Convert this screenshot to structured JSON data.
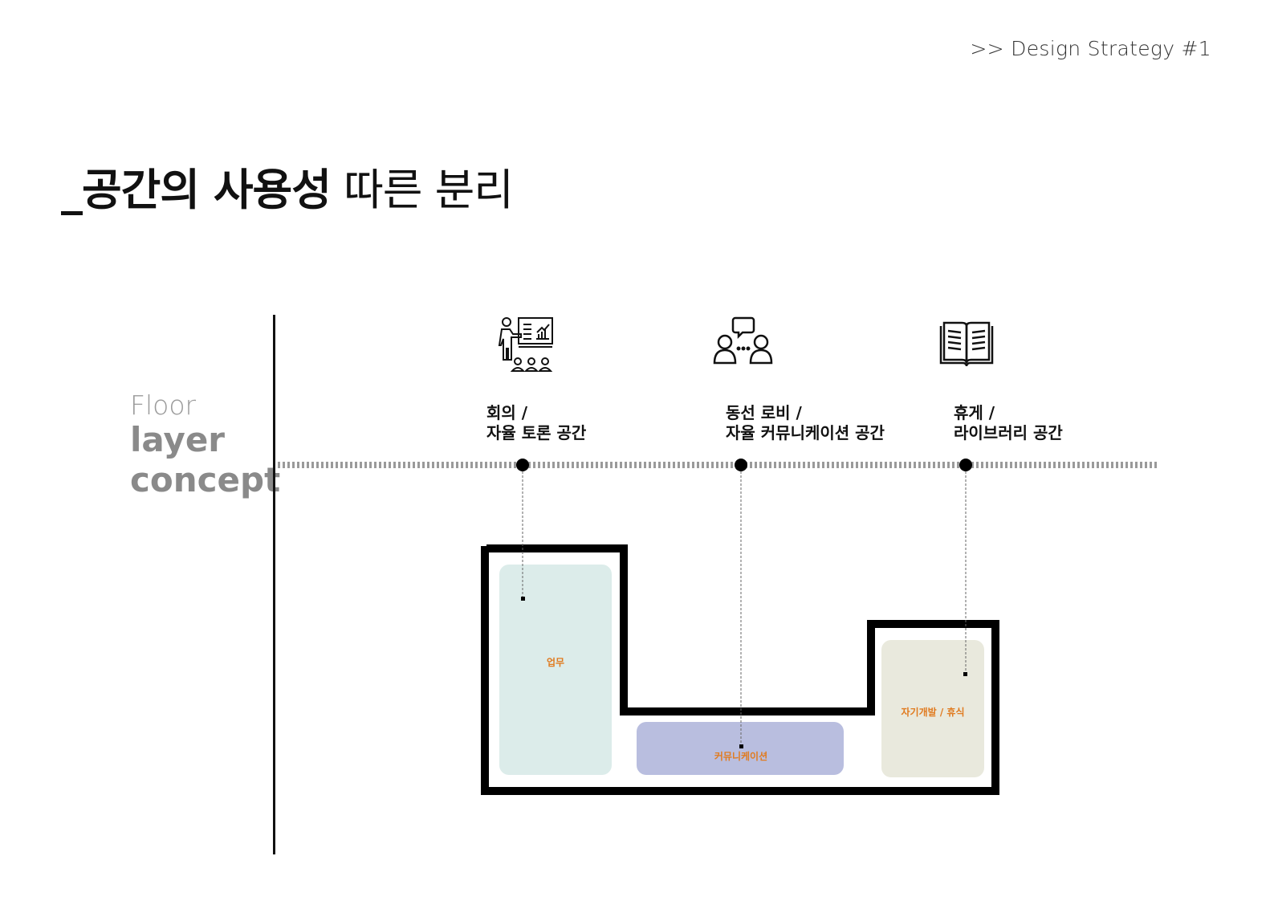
{
  "header": {
    "section_label": ">> Design  Strategy #1"
  },
  "title": {
    "bold": "_공간의 사용성",
    "light": "따른 분리"
  },
  "side_label": {
    "line1": "Floor",
    "line2": "layer",
    "line3": "concept"
  },
  "categories": [
    {
      "icon": "presentation-icon",
      "line1": "회의 /",
      "line2": "자율 토론 공간"
    },
    {
      "icon": "conversation-icon",
      "line1": "동선 로비 /",
      "line2": "자율 커뮤니케이션 공간"
    },
    {
      "icon": "open-book-icon",
      "line1": "휴게 /",
      "line2": "라이브러리 공간"
    }
  ],
  "zones": [
    {
      "label": "업무",
      "color": "#dcecea"
    },
    {
      "label": "커뮤니케이션",
      "color": "#b9bedf"
    },
    {
      "label": "자기개발 / 휴식",
      "color": "#e9e9dd"
    }
  ],
  "colors": {
    "accent_label": "#e07b20",
    "timeline": "#9a9a9a",
    "outline": "#000000"
  }
}
